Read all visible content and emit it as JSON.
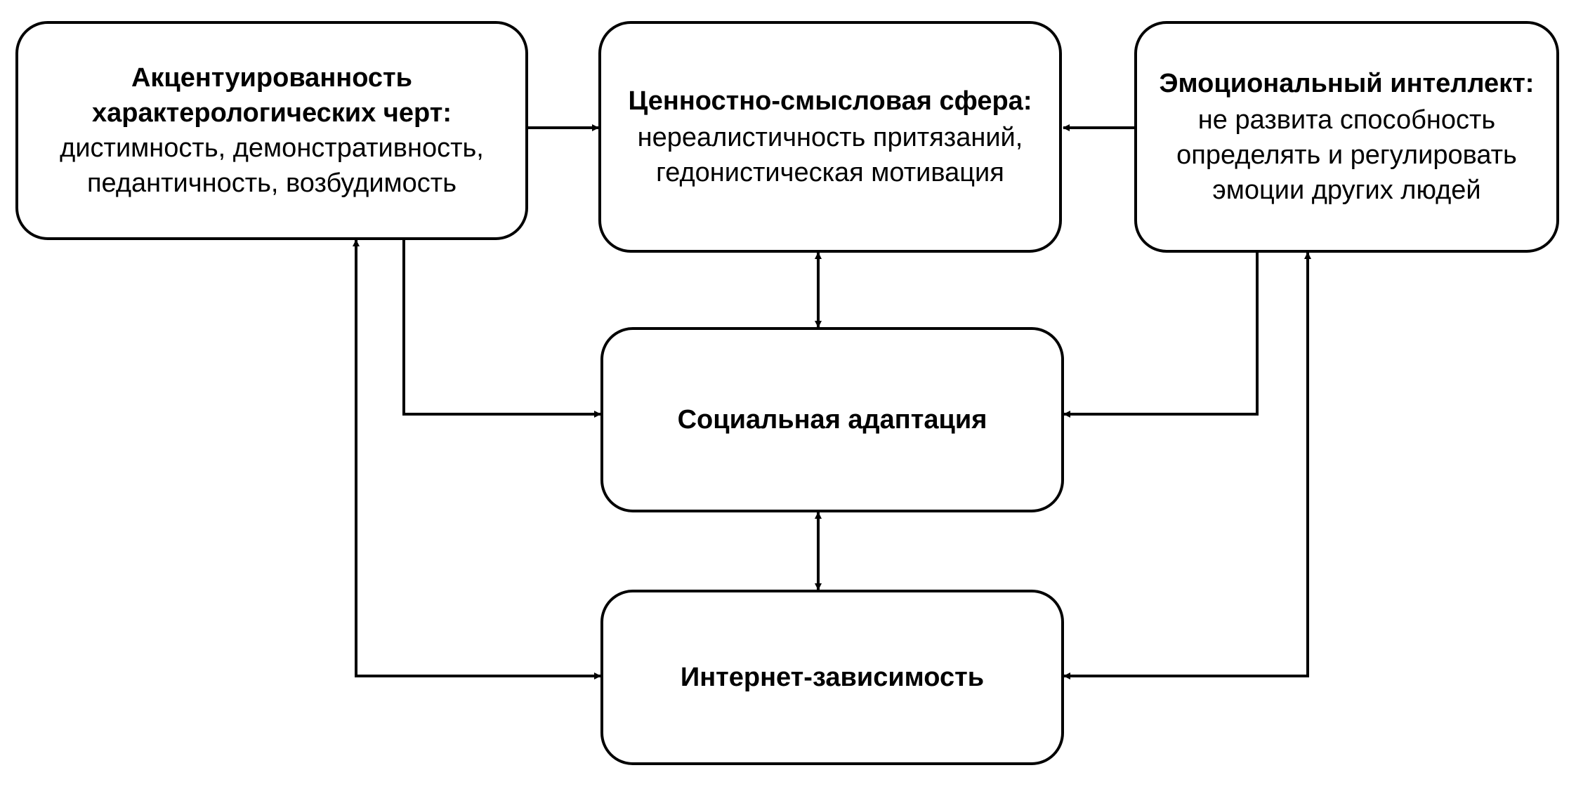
{
  "boxes": {
    "accentuation": {
      "title_lines": [
        "Акцентуированность",
        "характерологических черт:"
      ],
      "text_lines": [
        "дистимность, демонстративность,",
        "педантичность, возбудимость"
      ]
    },
    "value_sphere": {
      "title_lines": [
        "Ценностно-смысловая сфера:"
      ],
      "text_lines": [
        "нереалистичность притязаний,",
        "гедонистическая мотивация"
      ]
    },
    "emotional_intelligence": {
      "title_lines": [
        "Эмоциональный интеллект:"
      ],
      "text_lines": [
        "не развита способность",
        "определять и  регулировать",
        "эмоции других людей"
      ]
    },
    "social_adaptation": {
      "title_lines": [
        "Социальная адаптация"
      ]
    },
    "internet_addiction": {
      "title_lines": [
        "Интернет-зависимость"
      ]
    }
  },
  "connections": [
    {
      "from": "accentuation",
      "to": "value_sphere",
      "direction": "one-way"
    },
    {
      "from": "emotional_intelligence",
      "to": "value_sphere",
      "direction": "one-way"
    },
    {
      "from": "value_sphere",
      "to": "social_adaptation",
      "direction": "two-way"
    },
    {
      "from": "social_adaptation",
      "to": "internet_addiction",
      "direction": "two-way"
    },
    {
      "from": "accentuation",
      "to": "social_adaptation",
      "direction": "one-way"
    },
    {
      "from": "emotional_intelligence",
      "to": "social_adaptation",
      "direction": "one-way"
    },
    {
      "from": "accentuation",
      "to": "internet_addiction",
      "direction": "two-way"
    },
    {
      "from": "emotional_intelligence",
      "to": "internet_addiction",
      "direction": "two-way"
    }
  ]
}
